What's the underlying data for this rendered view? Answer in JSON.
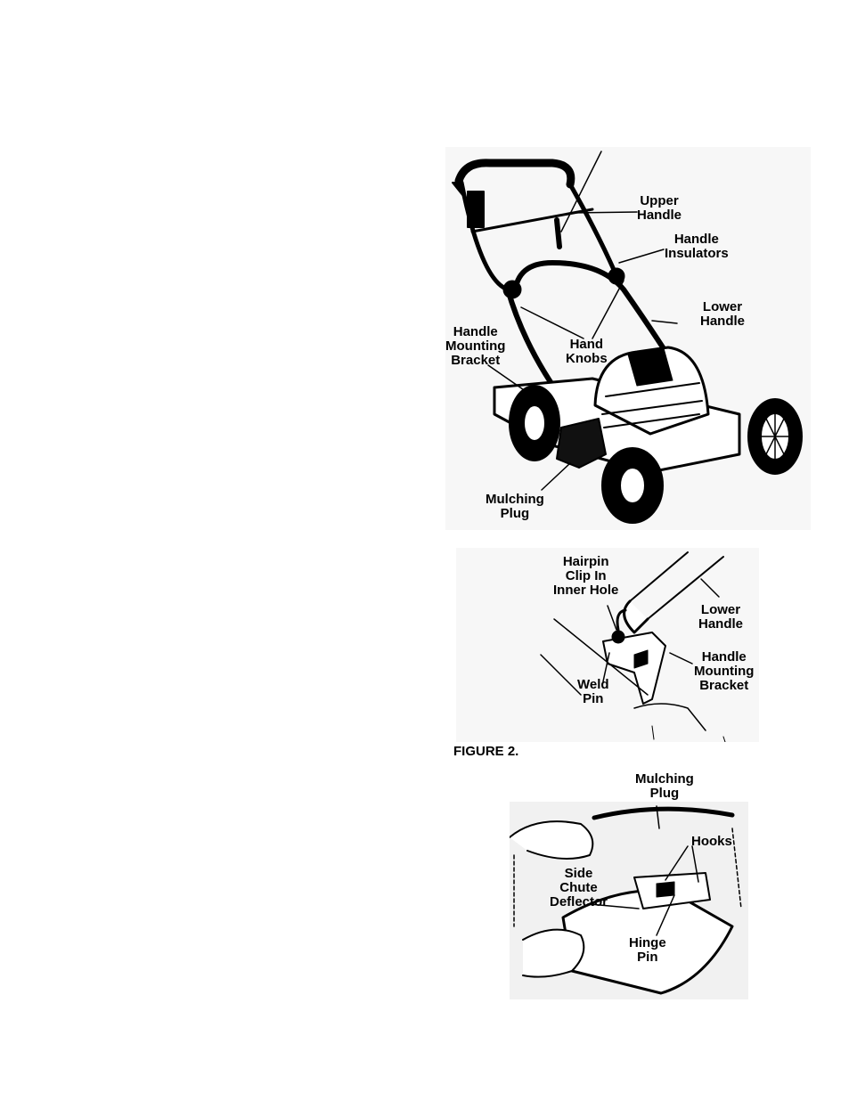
{
  "figure1": {
    "labels": {
      "upper_handle": "Upper\nHandle",
      "handle_insulators": "Handle\nInsulators",
      "lower_handle": "Lower\nHandle",
      "handle_mounting_bracket": "Handle\nMounting\nBracket",
      "hand_knobs": "Hand\nKnobs",
      "mulching_plug": "Mulching\nPlug"
    }
  },
  "figure2": {
    "caption": "FIGURE 2.",
    "labels": {
      "hairpin_clip": "Hairpin\nClip In\nInner Hole",
      "lower_handle": "Lower\nHandle",
      "handle_mounting_bracket": "Handle\nMounting\nBracket",
      "weld_pin": "Weld\nPin"
    }
  },
  "figure3": {
    "labels": {
      "mulching_plug": "Mulching\nPlug",
      "hooks": "Hooks",
      "side_chute_deflector": "Side\nChute\nDeflector",
      "hinge_pin": "Hinge\nPin"
    }
  }
}
